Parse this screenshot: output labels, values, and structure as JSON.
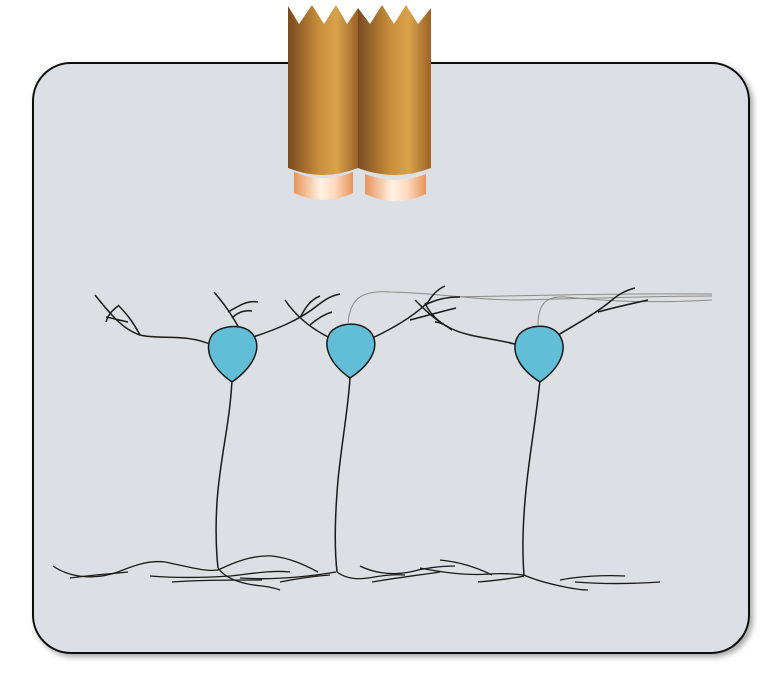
{
  "diagram": {
    "kind": "neurons-in-slice-with-electrode",
    "neuron_count": 3,
    "electrode_count": 2,
    "colors": {
      "slice_fill": "#dcdfe4",
      "slice_border": "#111111",
      "soma_fill": "#62bdd6",
      "soma_stroke": "#1a1a1a",
      "dendrite": "#1a1a1a",
      "axon_gray": "#8a8a8a",
      "electrode_dark": "#7a4a20",
      "electrode_mid": "#c98f3a",
      "electrode_light": "#e7b868",
      "tip_copper": "#f0a068",
      "tip_highlight": "#fff2e4"
    }
  }
}
